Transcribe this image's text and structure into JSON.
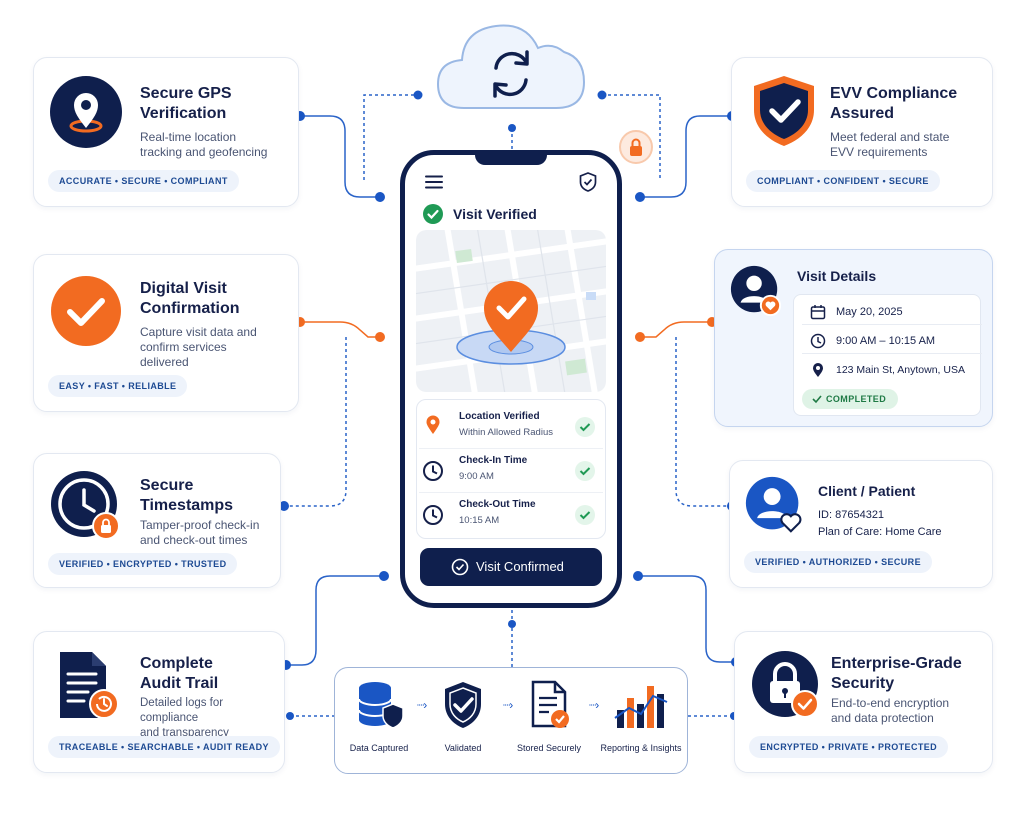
{
  "cards": {
    "gps": {
      "title_1": "Secure GPS",
      "title_2": "Verification",
      "desc_1": "Real-time location",
      "desc_2": "tracking and geofencing",
      "tags": "ACCURATE • SECURE • COMPLIANT"
    },
    "digital": {
      "title_1": "Digital Visit",
      "title_2": "Confirmation",
      "desc_1": "Capture visit data and",
      "desc_2": "confirm services",
      "desc_3": "delivered",
      "tags": "EASY • FAST • RELIABLE"
    },
    "timestamps": {
      "title_1": "Secure",
      "title_2": "Timestamps",
      "desc_1": "Tamper-proof check-in",
      "desc_2": "and check-out times",
      "tags": "VERIFIED • ENCRYPTED • TRUSTED"
    },
    "audit": {
      "title_1": "Complete",
      "title_2": "Audit Trail",
      "desc_1": "Detailed logs for compliance",
      "desc_2": "and transparency",
      "tags": "TRACEABLE • SEARCHABLE • AUDIT READY"
    },
    "evv": {
      "title_1": "EVV Compliance",
      "title_2": "Assured",
      "desc_1": "Meet federal and state",
      "desc_2": "EVV requirements",
      "tags": "COMPLIANT • CONFIDENT • SECURE"
    },
    "visit_details": {
      "title": "Visit Details",
      "date": "May 20, 2025",
      "time": "9:00 AM – 10:15 AM",
      "address": "123 Main St, Anytown, USA",
      "status": "COMPLETED"
    },
    "client": {
      "title": "Client / Patient",
      "id": "ID: 87654321",
      "plan": "Plan of Care: Home Care",
      "tags": "VERIFIED • AUTHORIZED • SECURE"
    },
    "security": {
      "title_1": "Enterprise-Grade",
      "title_2": "Security",
      "desc_1": "End-to-end encryption",
      "desc_2": "and data protection",
      "tags": "ENCRYPTED • PRIVATE • PROTECTED"
    }
  },
  "phone": {
    "header": "Visit Verified",
    "rows": [
      {
        "title": "Location Verified",
        "sub": "Within Allowed Radius"
      },
      {
        "title": "Check-In Time",
        "sub": "9:00 AM"
      },
      {
        "title": "Check-Out Time",
        "sub": "10:15 AM"
      }
    ],
    "button": "Visit Confirmed"
  },
  "pipeline": [
    "Data Captured",
    "Validated",
    "Stored Securely",
    "Reporting & Insights"
  ],
  "colors": {
    "navy": "#0f1f4d",
    "orange": "#f26b21",
    "blue": "#1a56c4",
    "green": "#1f9a55"
  }
}
